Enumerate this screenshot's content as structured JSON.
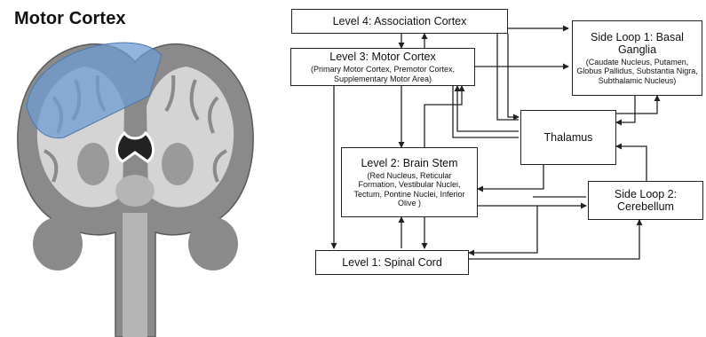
{
  "figure": {
    "title": "Motor Cortex"
  },
  "boxes": {
    "level4": {
      "title": "Level 4: Association Cortex",
      "sub": ""
    },
    "level3": {
      "title": "Level 3: Motor Cortex",
      "sub": "(Primary Motor Cortex, Premotor Cortex, Supplementary Motor Area)"
    },
    "basal": {
      "title": "Side Loop 1: Basal Ganglia",
      "sub": "(Caudate Nucleus, Putamen, Globus Pallidus, Substantia Nigra, Subthalamic Nucleus)"
    },
    "thalamus": {
      "title": "Thalamus",
      "sub": ""
    },
    "level2": {
      "title": "Level 2: Brain Stem",
      "sub": "(Red Nucleus, Reticular Formation, Vestibular Nuclei, Tectum, Pontine Nuclei, Inferior Olive )"
    },
    "cerebellum": {
      "title": "Side Loop 2: Cerebellum",
      "sub": ""
    },
    "level1": {
      "title": "Level 1: Spinal Cord",
      "sub": ""
    }
  },
  "colors": {
    "highlight": "#6f9bd1",
    "gray_matter": "#8a8a8a",
    "white_matter": "#d4d4d4",
    "line": "#222222"
  }
}
